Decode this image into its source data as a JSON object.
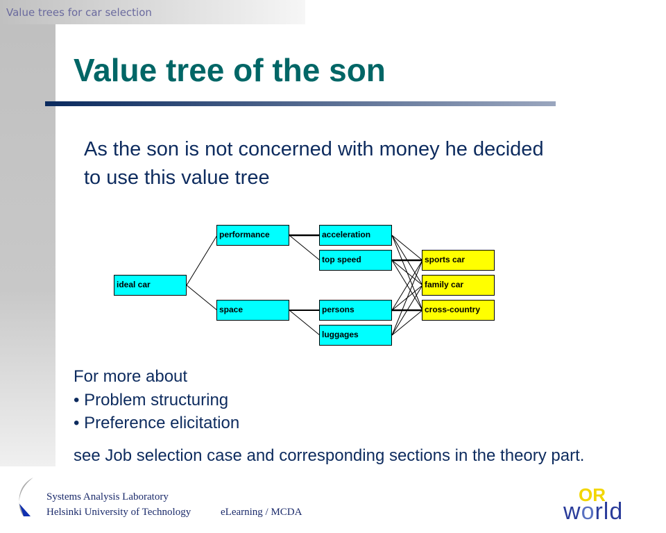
{
  "header": {
    "section": "Value trees for car selection"
  },
  "title": "Value tree of the son",
  "intro": [
    "As the son is not concerned with money he decided",
    "to use this value tree"
  ],
  "tree": {
    "root": "ideal car",
    "criteria": [
      "performance",
      "space"
    ],
    "attributes": [
      "acceleration",
      "top speed",
      "persons",
      "luggages"
    ],
    "alternatives": [
      "sports car",
      "family car",
      "cross-country"
    ]
  },
  "more": {
    "lead": "For more about",
    "bullets": [
      "• Problem structuring",
      "• Preference elicitation"
    ],
    "see": "see Job selection case and corresponding sections in the theory part."
  },
  "footer": {
    "lab": "Systems Analysis Laboratory",
    "university": "Helsinki University of Technology",
    "course": "eLearning / MCDA",
    "logo": "OR World"
  }
}
